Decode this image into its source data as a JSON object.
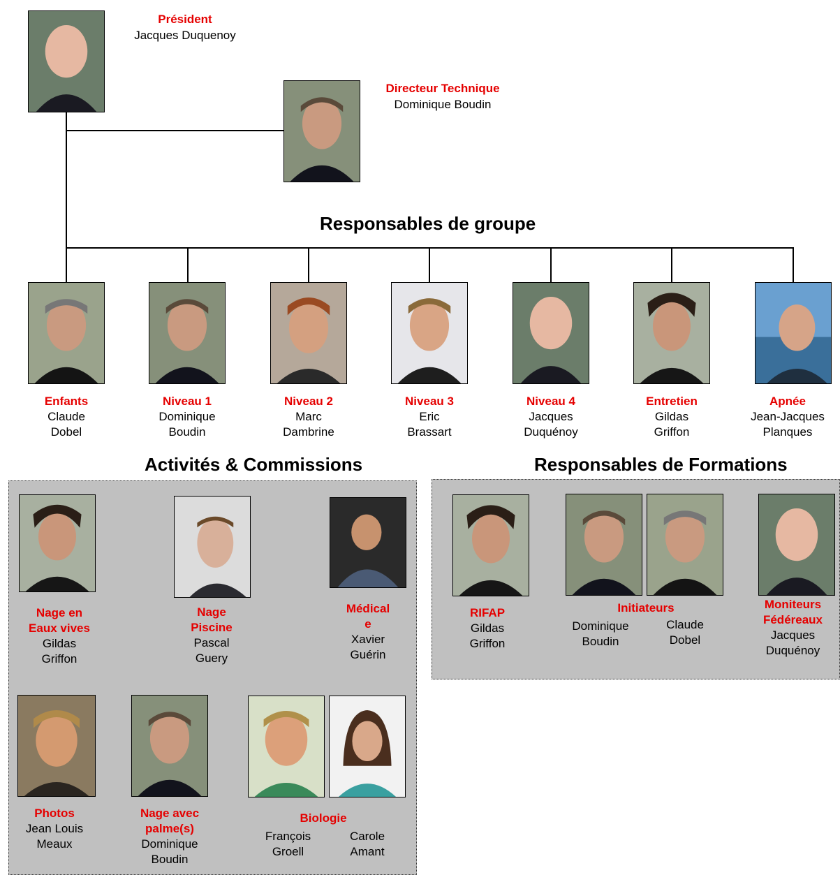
{
  "headings": {
    "groupes": "Responsables de groupe",
    "activites": "Activités & Commissions",
    "formations": "Responsables de Formations"
  },
  "top": {
    "president": {
      "role": "Président",
      "name": "Jacques Duquenoy"
    },
    "directeur": {
      "role": "Directeur Technique",
      "name": "Dominique Boudin"
    }
  },
  "groupes": [
    {
      "role": "Enfants",
      "name1": "Claude",
      "name2": "Dobel"
    },
    {
      "role": "Niveau 1",
      "name1": "Dominique",
      "name2": "Boudin"
    },
    {
      "role": "Niveau 2",
      "name1": "Marc",
      "name2": "Dambrine"
    },
    {
      "role": "Niveau 3",
      "name1": "Eric",
      "name2": "Brassart"
    },
    {
      "role": "Niveau 4",
      "name1": "Jacques",
      "name2": "Duquénoy"
    },
    {
      "role": "Entretien",
      "name1": "Gildas",
      "name2": "Griffon"
    },
    {
      "role": "Apnée",
      "name1": "Jean-Jacques",
      "name2": "Planques"
    }
  ],
  "activites": {
    "eaux_vives": {
      "role1": "Nage en",
      "role2": "Eaux vives",
      "name1": "Gildas",
      "name2": "Griffon"
    },
    "piscine": {
      "role1": "Nage",
      "role2": "Piscine",
      "name1": "Pascal",
      "name2": "Guery"
    },
    "medical": {
      "role1": "Médical",
      "role2": "e",
      "name1": "Xavier",
      "name2": "Guérin"
    },
    "photos": {
      "role": "Photos",
      "name1": "Jean Louis",
      "name2": "Meaux"
    },
    "palmes": {
      "role1": "Nage avec",
      "role2": "palme(s)",
      "name1": "Dominique",
      "name2": "Boudin"
    },
    "biologie": {
      "role": "Biologie",
      "p1_name1": "François",
      "p1_name2": "Groell",
      "p2_name1": "Carole",
      "p2_name2": "Amant"
    }
  },
  "formations": {
    "rifap": {
      "role": "RIFAP",
      "name1": "Gildas",
      "name2": "Griffon"
    },
    "initiateurs": {
      "role": "Initiateurs",
      "p1_name1": "Dominique",
      "p1_name2": "Boudin",
      "p2_name1": "Claude",
      "p2_name2": "Dobel"
    },
    "moniteurs": {
      "role1": "Moniteurs",
      "role2": "Fédéreaux",
      "name1": "Jacques",
      "name2": "Duquénoy"
    }
  }
}
